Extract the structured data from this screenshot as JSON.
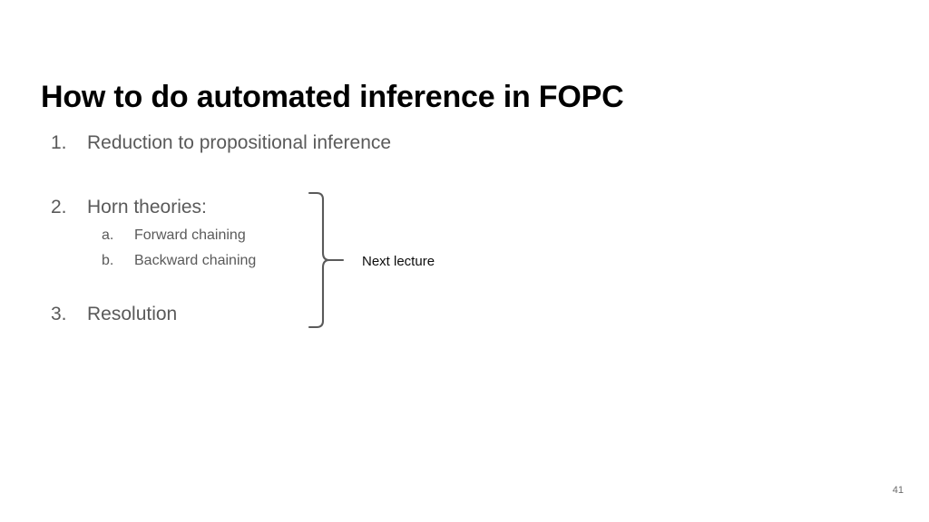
{
  "slide": {
    "title": "How to do automated inference in FOPC",
    "page_number": "41",
    "colors": {
      "background": "#ffffff",
      "title_text": "#000000",
      "body_text": "#5a5a5a",
      "annotation_text": "#0d0d0d",
      "brace_stroke": "#5a5a5a",
      "page_number_text": "#6b6b6b"
    }
  },
  "outline": {
    "items": [
      {
        "marker": "1.",
        "text": "Reduction to propositional inference",
        "subitems": []
      },
      {
        "marker": "2.",
        "text": "Horn theories:",
        "subitems": [
          {
            "marker": "a.",
            "text": "Forward chaining"
          },
          {
            "marker": "b.",
            "text": "Backward chaining"
          }
        ]
      },
      {
        "marker": "3.",
        "text": "Resolution",
        "subitems": []
      }
    ]
  },
  "annotation": {
    "brace_icon": "right-curly-brace-icon",
    "label": "Next lecture"
  }
}
